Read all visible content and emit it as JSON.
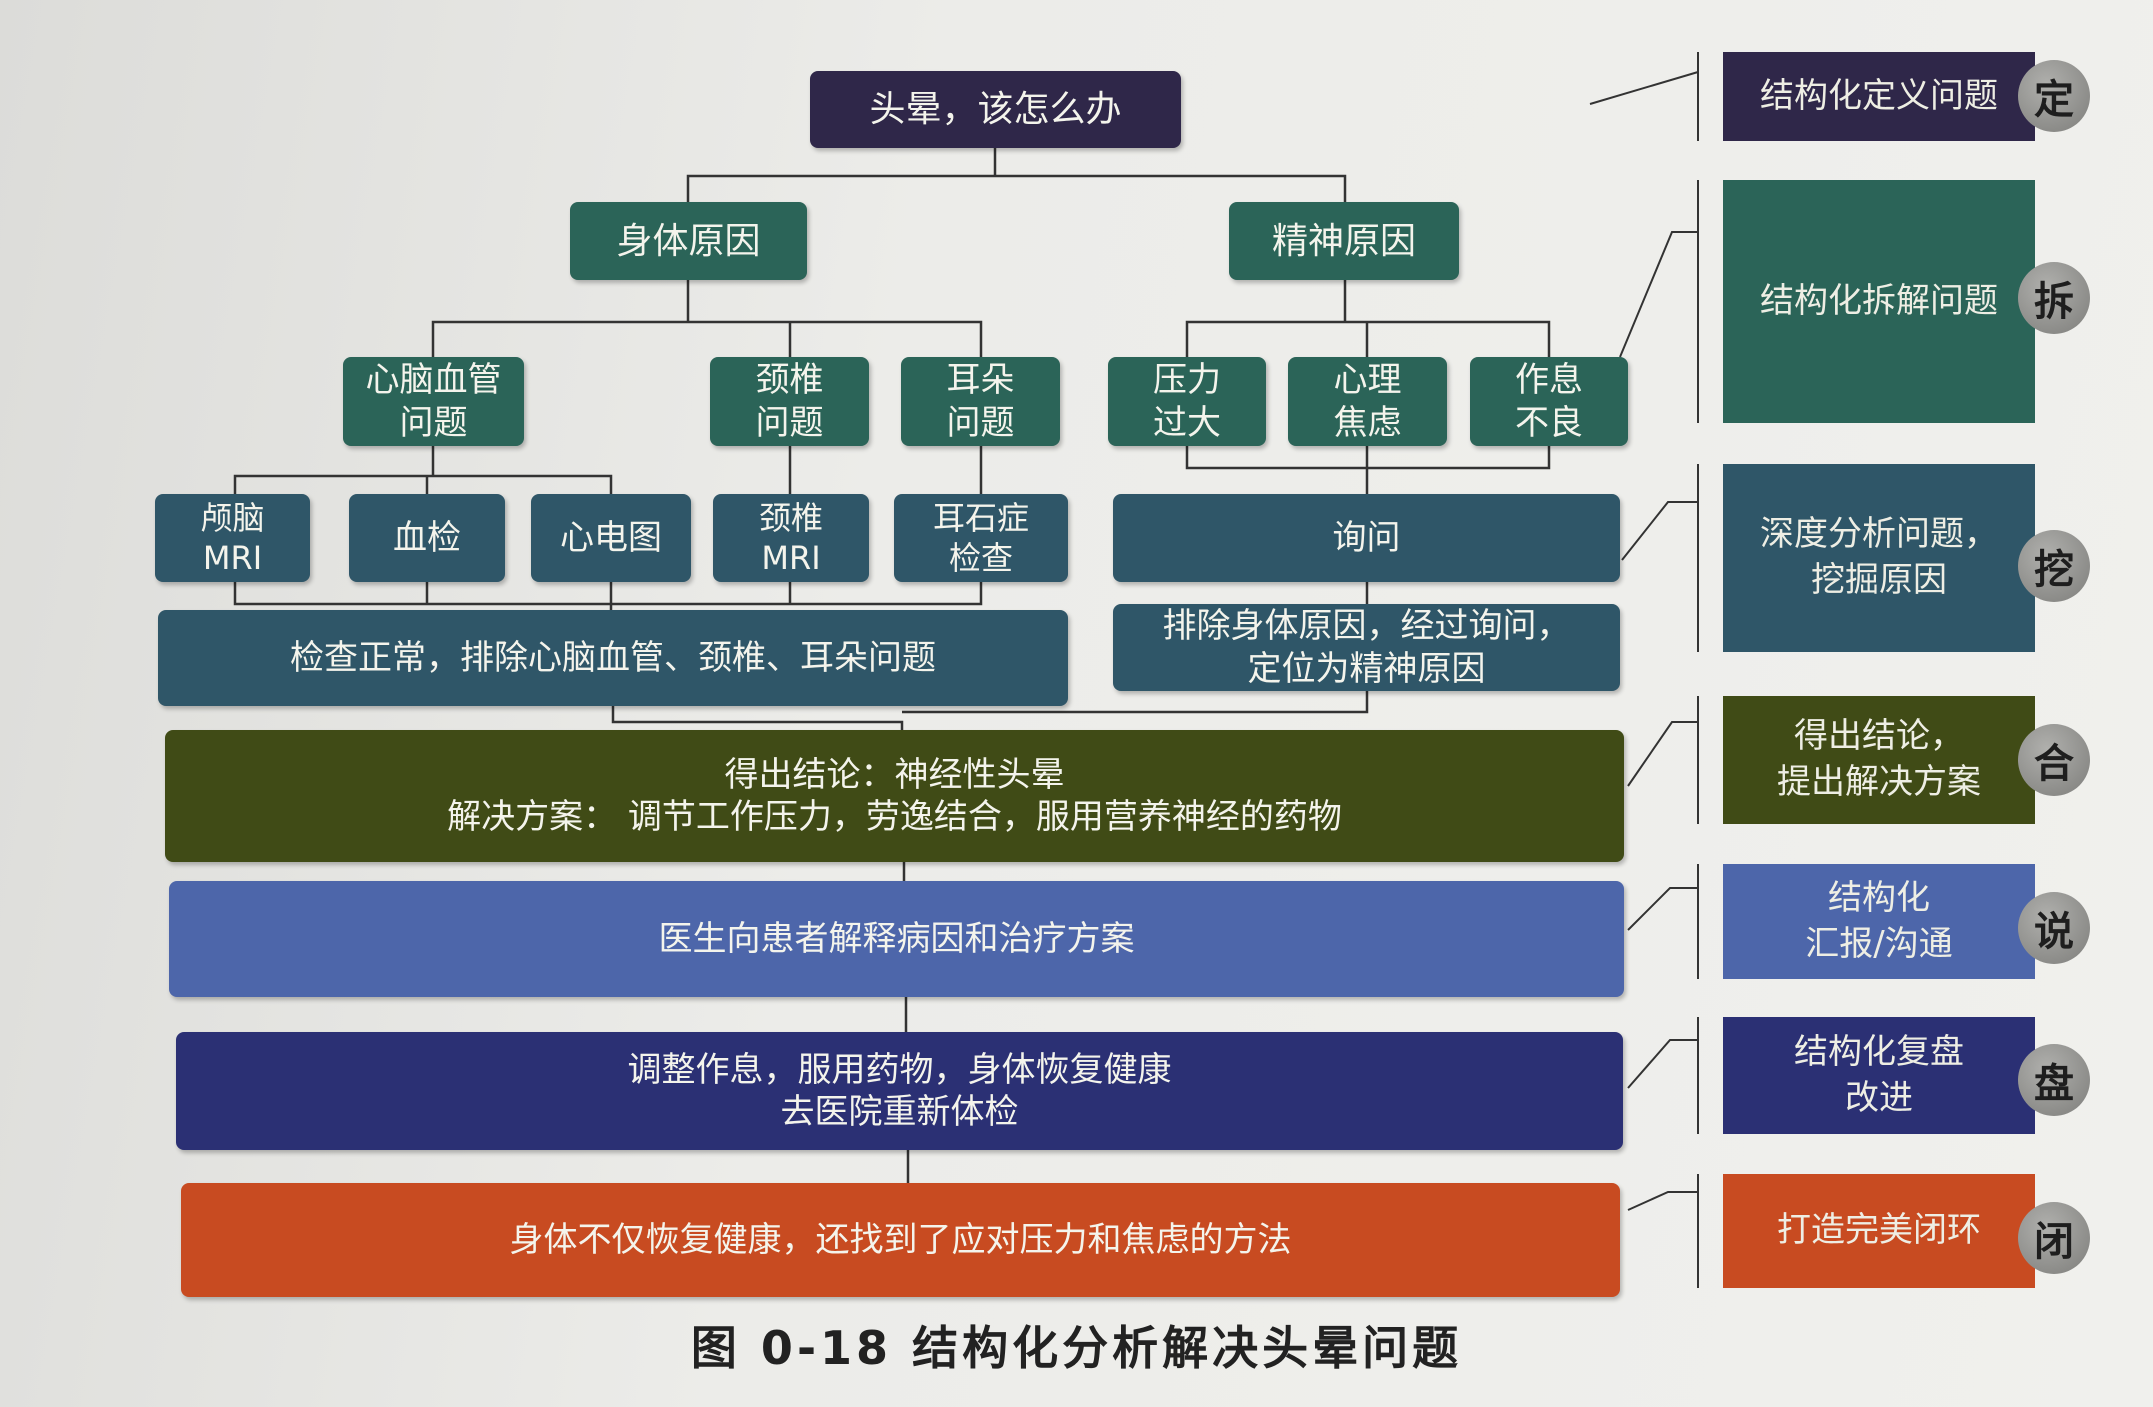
{
  "title": "头晕，该怎么办",
  "level1": {
    "body": "身体原因",
    "mind": "精神原因"
  },
  "level2": [
    "心脑血管\n问题",
    "颈椎\n问题",
    "耳朵\n问题",
    "压力\n过大",
    "心理\n焦虑",
    "作息\n不良"
  ],
  "level3": [
    "颅脑\nMRI",
    "血检",
    "心电图",
    "颈椎\nMRI",
    "耳石症\n检查",
    "询问"
  ],
  "level4": {
    "left": "检查正常，排除心脑血管、颈椎、耳朵问题",
    "right": "排除身体原因，经过询问，\n定位为精神原因"
  },
  "conclusion": "得出结论：神经性头晕\n解决方案：  调节工作压力，劳逸结合，服用营养神经的药物",
  "explain": "医生向患者解释病因和治疗方案",
  "action": "调整作息，服用药物，身体恢复健康\n去医院重新体检",
  "result": "身体不仅恢复健康，还找到了应对压力和焦虑的方法",
  "steps": [
    {
      "label": "结构化定义问题",
      "char": "定",
      "color": "#2f2749"
    },
    {
      "label": "结构化拆解问题",
      "char": "拆",
      "color": "#2b6458"
    },
    {
      "label": "深度分析问题，\n挖掘原因",
      "char": "挖",
      "color": "#2f5668"
    },
    {
      "label": "得出结论，\n提出解决方案",
      "char": "合",
      "color": "#404b16"
    },
    {
      "label": "结构化\n汇报/沟通",
      "char": "说",
      "color": "#4d66aa"
    },
    {
      "label": "结构化复盘\n改进",
      "char": "盘",
      "color": "#2b3074"
    },
    {
      "label": "打造完美闭环",
      "char": "闭",
      "color": "#c84b21"
    }
  ],
  "caption": "图 0-18    结构化分析解决头晕问题"
}
